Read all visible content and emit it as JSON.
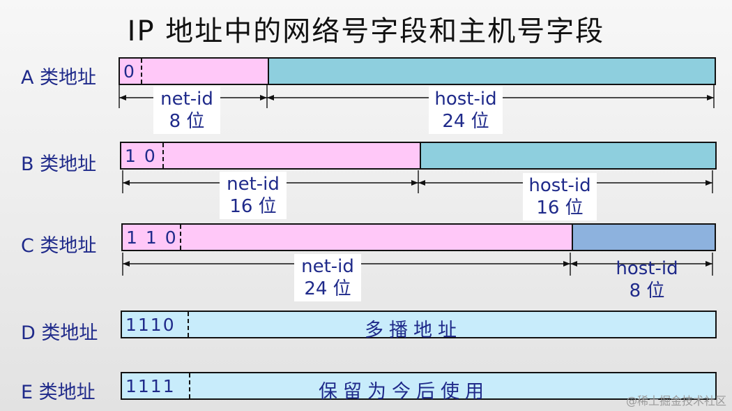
{
  "title": "IP 地址中的网络号字段和主机号字段",
  "classes": {
    "a": {
      "label": "A 类地址",
      "prefix": "0"
    },
    "b": {
      "label": "B 类地址",
      "prefix": "1 0"
    },
    "c": {
      "label": "C 类地址",
      "prefix": "1 1 0"
    },
    "d": {
      "label": "D 类地址",
      "prefix": "1110",
      "text": "多播地址"
    },
    "e": {
      "label": "E 类地址",
      "prefix": "1111",
      "text": "保留为今后使用"
    }
  },
  "dims": {
    "a": {
      "net_name": "net-id",
      "net_bits": "8 位",
      "host_name": "host-id",
      "host_bits": "24 位"
    },
    "b": {
      "net_name": "net-id",
      "net_bits": "16 位",
      "host_name": "host-id",
      "host_bits": "16 位"
    },
    "c": {
      "net_name": "net-id",
      "net_bits": "24 位",
      "host_name": "host-id",
      "host_bits": "8 位"
    }
  },
  "watermark": "@稀土掘金技术社区",
  "colors": {
    "net_id": "#ffc8f8",
    "host_id_ab": "#8ecfde",
    "host_id_c": "#8db2de",
    "class_de": "#c8ecfb"
  }
}
